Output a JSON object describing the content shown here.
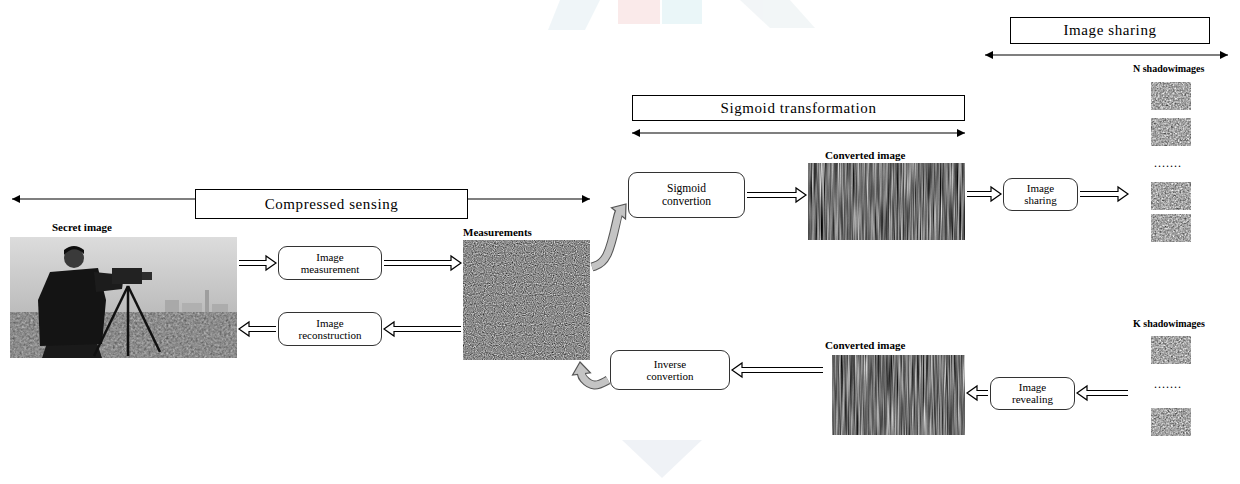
{
  "diagram": {
    "nodes": [
      {
        "text": [
          "Compressed sensing"
        ]
      },
      {
        "text": [
          "Sigmoid transformation"
        ]
      },
      {
        "text": [
          "Image sharing"
        ]
      },
      {
        "text": [
          "Secret image"
        ]
      },
      {
        "text": [
          "Image measurement"
        ]
      },
      {
        "text": [
          "Image reconstruction"
        ]
      },
      {
        "text": [
          "Measurements"
        ]
      },
      {
        "text": [
          "Sigmoid convertion"
        ]
      },
      {
        "text": [
          "Converted image"
        ]
      },
      {
        "text": [
          "Image sharing"
        ]
      },
      {
        "text": [
          "N shadowimages"
        ]
      },
      {
        "text": [
          "Inverse convertion"
        ]
      },
      {
        "text": [
          "Converted image"
        ]
      },
      {
        "text": [
          "Image revealing"
        ]
      },
      {
        "text": [
          "K shadowimages"
        ]
      }
    ],
    "edges": [
      {
        "from": 3,
        "to": 4,
        "arrow": "to"
      },
      {
        "from": 4,
        "to": 6,
        "arrow": "to"
      },
      {
        "from": 6,
        "to": 5,
        "arrow": "to"
      },
      {
        "from": 5,
        "to": 3,
        "arrow": "to"
      },
      {
        "from": 6,
        "to": 7,
        "arrow": "to"
      },
      {
        "from": 7,
        "to": 8,
        "arrow": "to"
      },
      {
        "from": 8,
        "to": 9,
        "arrow": "to"
      },
      {
        "from": 9,
        "to": 10,
        "arrow": "to"
      },
      {
        "from": 14,
        "to": 13,
        "arrow": "to"
      },
      {
        "from": 13,
        "to": 12,
        "arrow": "to"
      },
      {
        "from": 12,
        "to": 11,
        "arrow": "to"
      },
      {
        "from": 11,
        "to": 6,
        "arrow": "to"
      }
    ],
    "labels": [
      ".......",
      "......."
    ]
  }
}
